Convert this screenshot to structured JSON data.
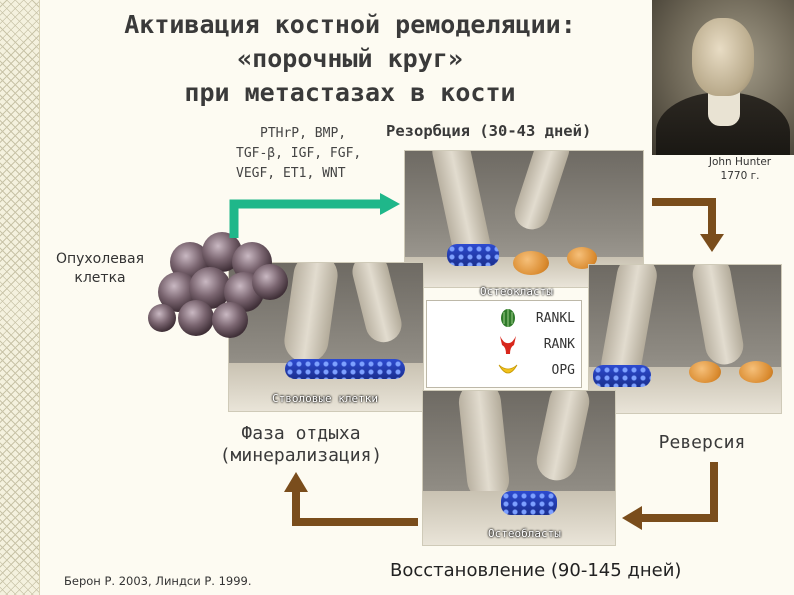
{
  "title": {
    "line1": "Активация костной ремоделяции:",
    "line2": "«порочный круг»",
    "line3": "при метастазах в кости"
  },
  "portrait_caption": {
    "name": "John Hunter",
    "year": "1770 г."
  },
  "factors": {
    "line1": "PTHrP, BMP,",
    "line2": "TGF-β, IGF, FGF,",
    "line3": "VEGF, ET1, WNT"
  },
  "phases": {
    "resorption": "Резорбция (30-43 дней)",
    "rest_line1": "Фаза отдыха",
    "rest_line2": "(минерализация)",
    "reversal": "Реверсия",
    "restoration": "Восстановление (90-145 дней)"
  },
  "tumor_label": {
    "line1": "Опухолевая",
    "line2": "клетка"
  },
  "cell_captions": {
    "osteoclasts": "Остеокласты",
    "stem_cells": "Стволовые клетки",
    "osteoblasts": "Остеобласты"
  },
  "legend": [
    {
      "label": "RANKL",
      "icon": "rankl-green-oval-icon",
      "color": "#2f7a2a"
    },
    {
      "label": "RANK",
      "icon": "rank-red-receptor-icon",
      "color": "#d8271c"
    },
    {
      "label": "OPG",
      "icon": "opg-yellow-crescent-icon",
      "color": "#f2c21b"
    }
  ],
  "reference": "Берон Р. 2003, Линдси Р. 1999.",
  "colors": {
    "arrow_green": "#1fb78a",
    "arrow_brown": "#7a4d1c",
    "cell_blue": "#2340c0",
    "osteoclast_orange": "#e0963a",
    "tumor_purple": "#6b5560"
  }
}
